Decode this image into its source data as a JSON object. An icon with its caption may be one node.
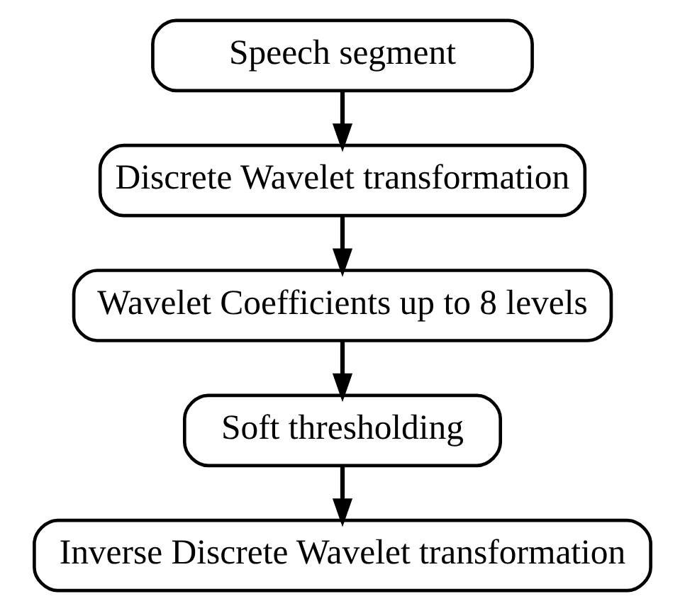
{
  "diagram": {
    "nodes": [
      {
        "text": [
          "Speech segment"
        ]
      },
      {
        "text": [
          "Discrete Wavelet transformation"
        ]
      },
      {
        "text": [
          "Wavelet Coefficients up to 8 levels"
        ]
      },
      {
        "text": [
          "Soft thresholding"
        ]
      },
      {
        "text": [
          "Inverse Discrete Wavelet transformation"
        ]
      }
    ],
    "edges": [
      {
        "from": 0,
        "to": 1,
        "arrow": "to"
      },
      {
        "from": 1,
        "to": 2,
        "arrow": "to"
      },
      {
        "from": 2,
        "to": 3,
        "arrow": "to"
      },
      {
        "from": 3,
        "to": 4,
        "arrow": "to"
      }
    ]
  }
}
